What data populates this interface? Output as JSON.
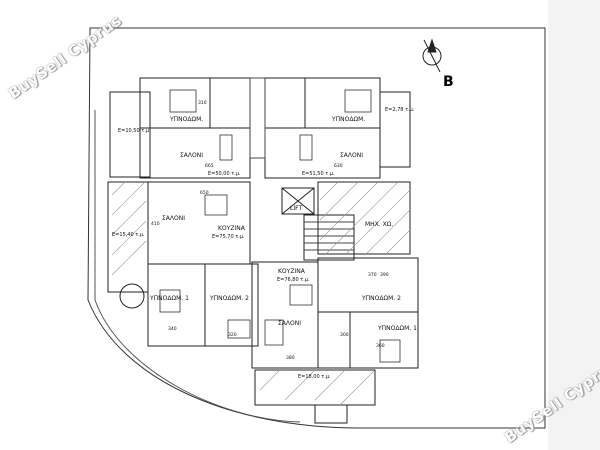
{
  "watermarks": {
    "top_left": "BuySell Cyprus",
    "bottom_right": "BuySell Cyprus"
  },
  "north": "B",
  "rooms": {
    "bedroom": "ΥΠΝΟΔΩΜ.",
    "bedroom1": "ΥΠΝΟΔΩΜ. 1",
    "bedroom2": "ΥΠΝΟΔΩΜ. 2",
    "living": "ΣΑΛΟΝΙ",
    "kitchen": "ΚΟΥΖΙΝΑ",
    "lift": "LIFT",
    "mech": "ΜΗΧ. ΧΩ."
  },
  "areas": {
    "a_top_left": "Ε=50,00 τ.μ.",
    "a_top_right": "Ε=51,50 τ.μ.",
    "a_mid_left": "Ε=75,70 τ.μ.",
    "a_mid_right": "Ε=76,80 τ.μ.",
    "v1": "Ε=10,50 τ.μ.",
    "v2": "Ε=2,78 τ.μ.",
    "v3": "Ε=15,40 τ.μ.",
    "v4": "Ε=18,00 τ.μ."
  },
  "dims": [
    "665",
    "630",
    "650",
    "410",
    "390",
    "340",
    "320",
    "370",
    "380",
    "360",
    "300",
    "310"
  ]
}
